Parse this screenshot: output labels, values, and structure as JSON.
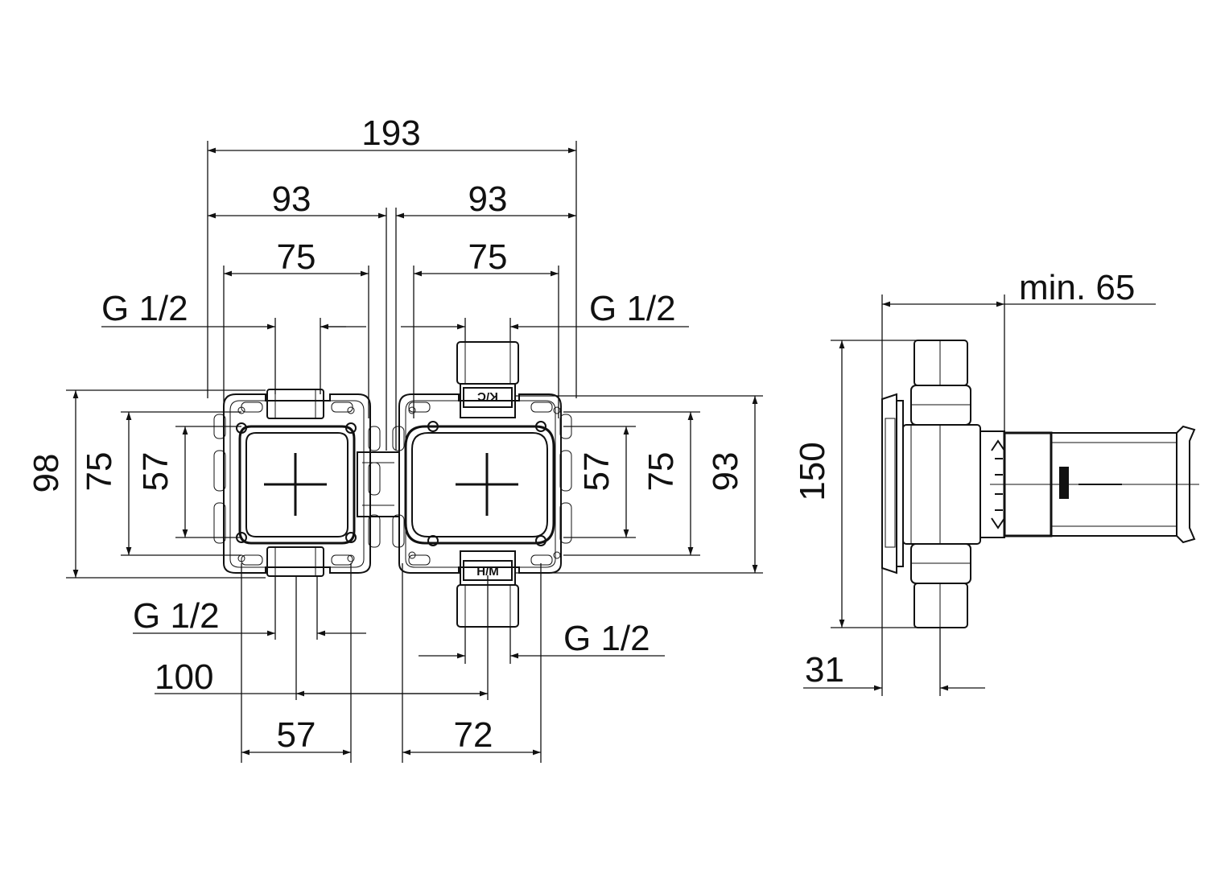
{
  "dimensions": {
    "overall_width": "193",
    "half_width_left": "93",
    "half_width_right": "93",
    "frame_width_left": "75",
    "frame_width_right": "75",
    "thread_top_left": "G 1/2",
    "thread_top_right": "G 1/2",
    "thread_bottom_left": "G 1/2",
    "thread_bottom_right": "G 1/2",
    "height_left_outer": "98",
    "height_left_frame": "75",
    "height_left_inner": "57",
    "height_right_inner": "57",
    "height_right_frame": "75",
    "height_right_outer": "93",
    "axis_spacing": "100",
    "bottom_left": "57",
    "bottom_right": "72",
    "side_min_depth": "min. 65",
    "side_height": "150",
    "side_offset": "31"
  },
  "labels": {
    "cold": "K/C",
    "hot": "H/M"
  },
  "colors": {
    "line": "#111111",
    "background": "#ffffff"
  }
}
